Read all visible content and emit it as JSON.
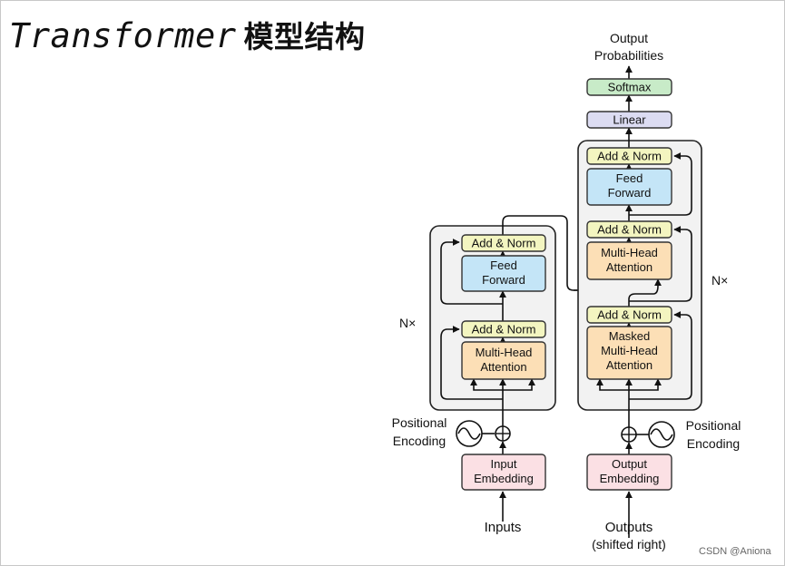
{
  "title": {
    "latin": "Transformer",
    "cjk": "模型结构"
  },
  "watermark": "CSDN @Aniona",
  "colors": {
    "add_norm": "#f3f5c0",
    "feed_forward": "#c4e5f7",
    "attention": "#fcdfb6",
    "embedding": "#fbe0e4",
    "linear": "#dcdcf2",
    "softmax": "#c8ebc8",
    "stack_bg": "#f2f2f2"
  },
  "encoder": {
    "add_norm_top": "Add & Norm",
    "feed_forward": [
      "Feed",
      "Forward"
    ],
    "add_norm_bottom": "Add & Norm",
    "attention": [
      "Multi-Head",
      "Attention"
    ],
    "repeat": "N×",
    "positional": [
      "Positional",
      "Encoding"
    ],
    "embedding": [
      "Input",
      "Embedding"
    ],
    "input_label": "Inputs"
  },
  "decoder": {
    "add_norm_top": "Add & Norm",
    "feed_forward": [
      "Feed",
      "Forward"
    ],
    "add_norm_mid": "Add & Norm",
    "attention": [
      "Multi-Head",
      "Attention"
    ],
    "add_norm_bottom": "Add & Norm",
    "masked_attention": [
      "Masked",
      "Multi-Head",
      "Attention"
    ],
    "repeat": "N×",
    "positional": [
      "Positional",
      "Encoding"
    ],
    "embedding": [
      "Output",
      "Embedding"
    ],
    "input_label": [
      "Outputs",
      "(shifted right)"
    ]
  },
  "head": {
    "linear": "Linear",
    "softmax": "Softmax",
    "output": [
      "Output",
      "Probabilities"
    ]
  }
}
